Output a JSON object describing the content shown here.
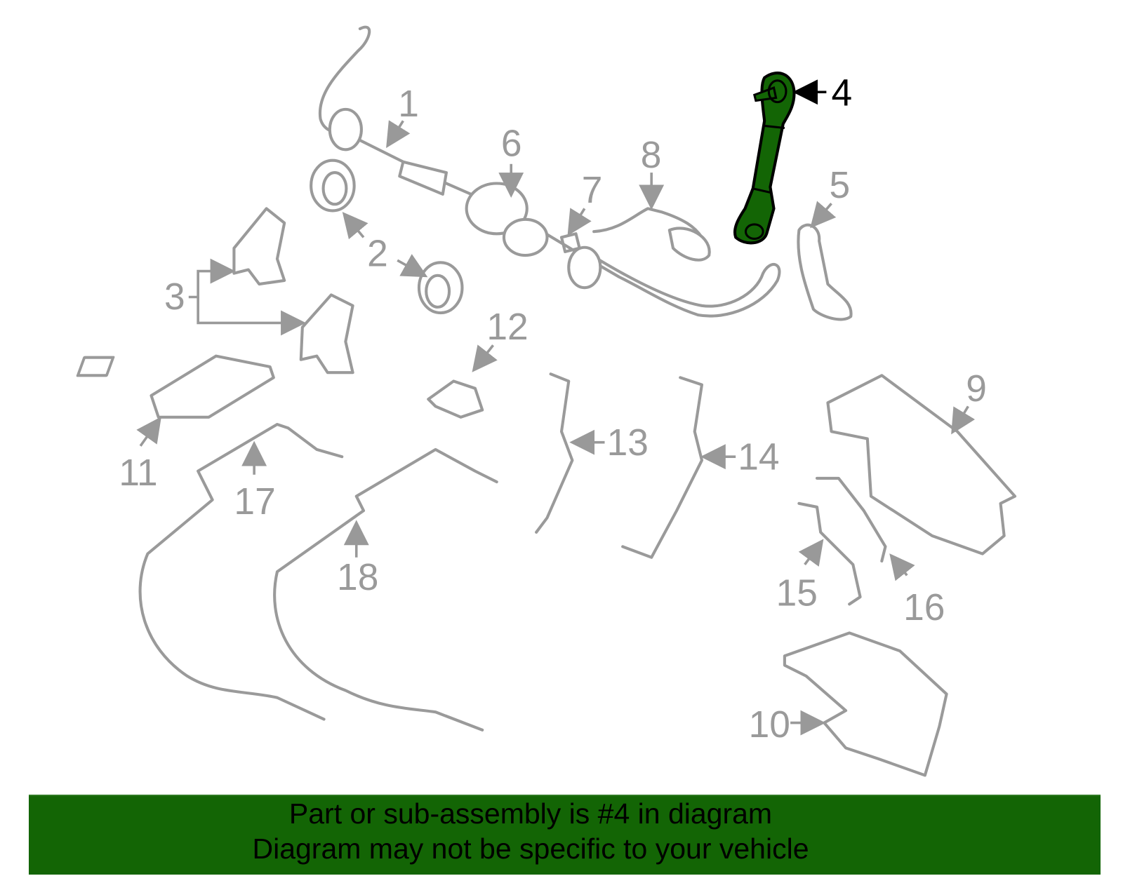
{
  "diagram": {
    "highlighted_part": "4",
    "highlight_color": "#136505",
    "callouts": [
      "1",
      "2",
      "3",
      "4",
      "5",
      "6",
      "7",
      "8",
      "9",
      "10",
      "11",
      "12",
      "13",
      "14",
      "15",
      "16",
      "17",
      "18"
    ]
  },
  "banner": {
    "line1": "Part or sub-assembly is #4 in diagram",
    "line2": "Diagram may not be specific to your vehicle",
    "background": "#136505"
  }
}
